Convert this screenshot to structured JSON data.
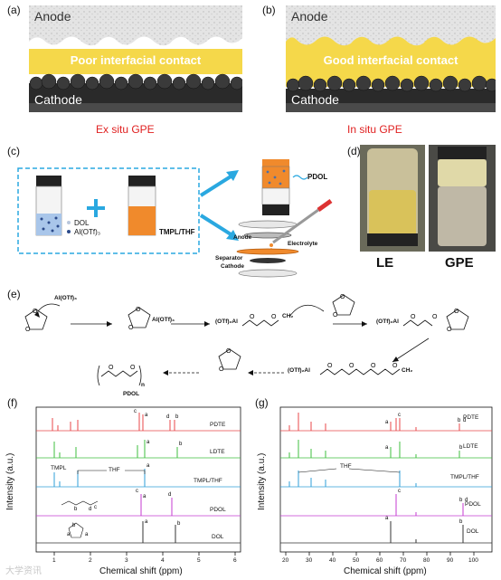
{
  "panel_a": {
    "label": "(a)",
    "anode": "Anode",
    "contact": "Poor interfacial contact",
    "cathode": "Cathode",
    "caption": "Ex situ GPE"
  },
  "panel_b": {
    "label": "(b)",
    "anode": "Anode",
    "contact": "Good interfacial contact",
    "cathode": "Cathode",
    "caption": "In situ GPE"
  },
  "panel_c": {
    "label": "(c)",
    "legend_dol": "DOL",
    "legend_al": "Al(OTf)₃",
    "vial_label": "TMPL/THF",
    "pdol": "PDOL",
    "anode": "Anode",
    "separator": "Separator",
    "cathode": "Cathode",
    "electrolyte": "Electrolyte"
  },
  "panel_d": {
    "label": "(d)",
    "le": "LE",
    "gpe": "GPE"
  },
  "panel_e": {
    "label": "(e)",
    "al_otf": "Al(OTf)₃",
    "otf2al": "(OTf)₂Al",
    "ch2": "CH₂",
    "pdol": "PDOL",
    "n": "n"
  },
  "panel_f": {
    "label": "(f)",
    "ylabel": "Intensity (a.u.)",
    "xlabel": "Chemical shift (ppm)",
    "samples": [
      "PDTE",
      "LDTE",
      "TMPL/THF",
      "PDOL",
      "DOL"
    ],
    "tmpl": "TMPL",
    "thf": "THF",
    "ticks": [
      "1",
      "2",
      "3",
      "4",
      "5",
      "6"
    ]
  },
  "panel_g": {
    "label": "(g)",
    "ylabel": "Intensity (a.u.)",
    "xlabel": "Chemical shift (ppm)",
    "samples": [
      "PDTE",
      "LDTE",
      "TMPL/THF",
      "PDOL",
      "DOL"
    ],
    "thf": "THF",
    "ticks": [
      "20",
      "30",
      "40",
      "50",
      "60",
      "70",
      "80",
      "90",
      "100"
    ]
  },
  "colors": {
    "red": "#e02020",
    "pdte": "#e8474a",
    "ldte": "#3fbf3f",
    "tmpl": "#2f9fd8",
    "pdol": "#c43bd0",
    "dol": "#333333",
    "gpe_yellow": "#f5d84a",
    "blue_dash": "#2aa8e0"
  },
  "watermark": "大学资讯"
}
